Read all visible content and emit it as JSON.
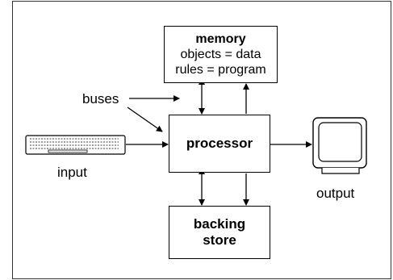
{
  "diagram": {
    "memory": {
      "title": "memory",
      "line1": "objects = data",
      "line2": "rules = program"
    },
    "processor": "processor",
    "backing_store": {
      "line1": "backing",
      "line2": "store"
    },
    "buses": "buses",
    "input": "input",
    "output": "output"
  },
  "icons": {
    "input_device": "keyboard-icon",
    "output_device": "monitor-icon"
  }
}
